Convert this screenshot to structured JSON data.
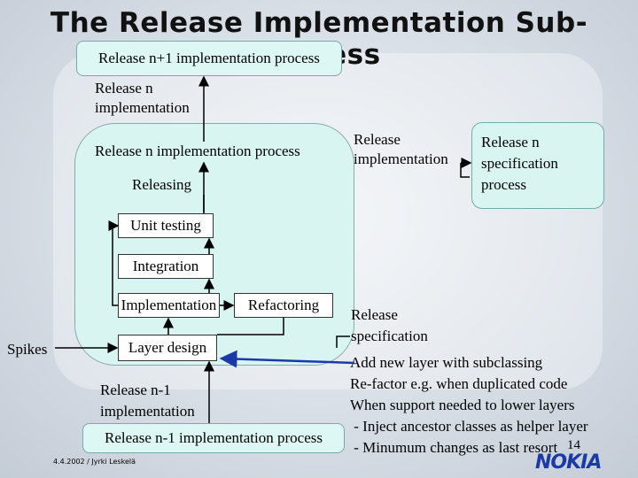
{
  "title": "The Release Implementation Sub-Process",
  "nodes": {
    "release_n1_process": "Release n+1 implementation process",
    "release_n_impl": "Release n implementation",
    "release_n_process": "Release n implementation process",
    "release_impl": "Release implementation",
    "release_n_spec_process": "Release n specification process",
    "releasing": "Releasing",
    "unit_testing": "Unit testing",
    "integration": "Integration",
    "implementation": "Implementation",
    "refactoring": "Refactoring",
    "release_spec": "Release specification",
    "spikes": "Spikes",
    "layer_design": "Layer design",
    "release_n_minus1_impl": "Release n-1 implementation",
    "release_n_minus1_process": "Release n-1 implementation process"
  },
  "notes": [
    "Add new layer with subclassing",
    "Re-factor e.g. when duplicated code",
    "When support needed to lower layers",
    " - Inject ancestor classes as helper layer",
    " - Minumum changes as last resort"
  ],
  "footer": "4.4.2002 / Jyrki Leskelä",
  "page_number": "14",
  "logo": "NOKIA"
}
